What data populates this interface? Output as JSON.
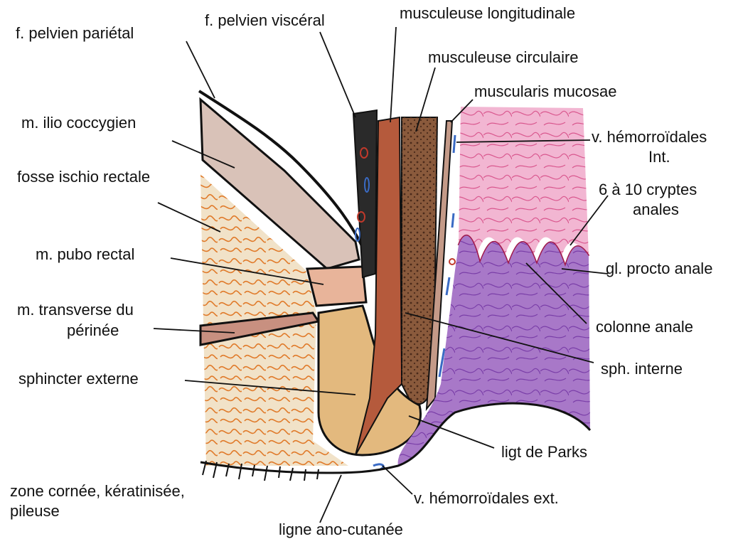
{
  "labels": {
    "pelvic_parietal": "f. pelvien pariétal",
    "pelvic_visceral": "f. pelvien viscéral",
    "longitudinal_muscle": "musculeuse longitudinale",
    "circular_muscle": "musculeuse circulaire",
    "muscularis_mucosae": "muscularis mucosae",
    "ilio_coccygeus": "m. ilio coccygien",
    "ischiorectal_fossa": "fosse ischio rectale",
    "internal_hemorrhoidal_line1": "v. hémorroïdales",
    "internal_hemorrhoidal_line2": "Int.",
    "anal_crypts_line1": "6 à 10 cryptes",
    "anal_crypts_line2": "anales",
    "puborectalis": "m. pubo rectal",
    "proctodeal_gland": "gl. procto anale",
    "transverse_perineal_line1": "m. transverse du",
    "transverse_perineal_line2": "périnée",
    "anal_column": "colonne anale",
    "internal_sphincter": "sph. interne",
    "external_sphincter": "sphincter externe",
    "parks_ligament": "ligt de Parks",
    "cornified_zone_line1": "zone cornée, kératinisée,",
    "cornified_zone_line2": "pileuse",
    "external_hemorrhoidal": "v. hémorroïdales ext.",
    "anocutaneous_line": "ligne ano-cutanée"
  },
  "colors": {
    "ilio_coccygeus": "#d9c2b8",
    "fat": "#f1e2c8",
    "fat_vessels": "#e07a2a",
    "puborectalis": "#e8b49a",
    "transverse": "#c89080",
    "external_sphincter": "#e3b97e",
    "longitudinal_muscle": "#b55a3c",
    "circular_muscle": "#8a5a3c",
    "rectal_mucosa": "#f2b6d2",
    "anal_mucosa": "#a878c8",
    "vein": "#3a6bc4",
    "outline": "#111111"
  }
}
